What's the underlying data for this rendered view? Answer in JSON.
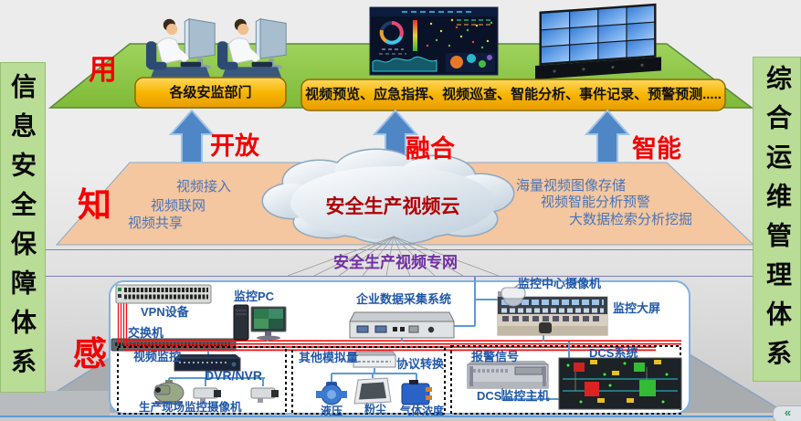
{
  "sidebar_left": {
    "text": "信息安全保障体系"
  },
  "sidebar_right": {
    "text": "综合运维管理体系"
  },
  "layers": {
    "use": "用",
    "know": "知",
    "sense": "感"
  },
  "top": {
    "dept_banner": "各级安监部门",
    "functions_banner": "视频预览、应急指挥、视频巡查、智能分析、事件记录、预警预测....."
  },
  "arrows": [
    {
      "label": "开放"
    },
    {
      "label": "融合"
    },
    {
      "label": "智能"
    }
  ],
  "cloud": {
    "title": "安全生产视频云",
    "left_items": [
      "视频接入",
      "视频联网",
      "视频共享"
    ],
    "right_items": [
      "海量视频图像存储",
      "视频智能分析预警",
      "大数据检索分析挖掘"
    ]
  },
  "network": {
    "label": "安全生产视频专网"
  },
  "devices": {
    "vpn": "VPN设备",
    "switch": "交换机",
    "monitor_pc": "监控PC",
    "daq": "企业数据采集系统",
    "center_camera": "监控中心摄像机",
    "big_screen": "监控大屏"
  },
  "groups": {
    "video": {
      "title": "视频监控",
      "dvr": "DVR/NVR",
      "cameras": "生产现场监控摄像机"
    },
    "analog": {
      "title": "其他模拟量",
      "protocol": "协议转换",
      "sensors": [
        "液压",
        "粉尘",
        "气体浓度"
      ]
    },
    "dcs": {
      "alarm": "报警信号",
      "host": "DCS监控主机",
      "system": "DCS系统"
    }
  },
  "ui": {
    "collapse": "«"
  },
  "colors": {
    "accent_red": "#ff0000",
    "banner_gold": "#ffc000",
    "platform_green": "#8dc63f",
    "layer_salmon": "#f5c9a3",
    "cloud_title_red": "#b00000",
    "label_blue": "#2057a8",
    "network_purple": "#7030a0"
  }
}
